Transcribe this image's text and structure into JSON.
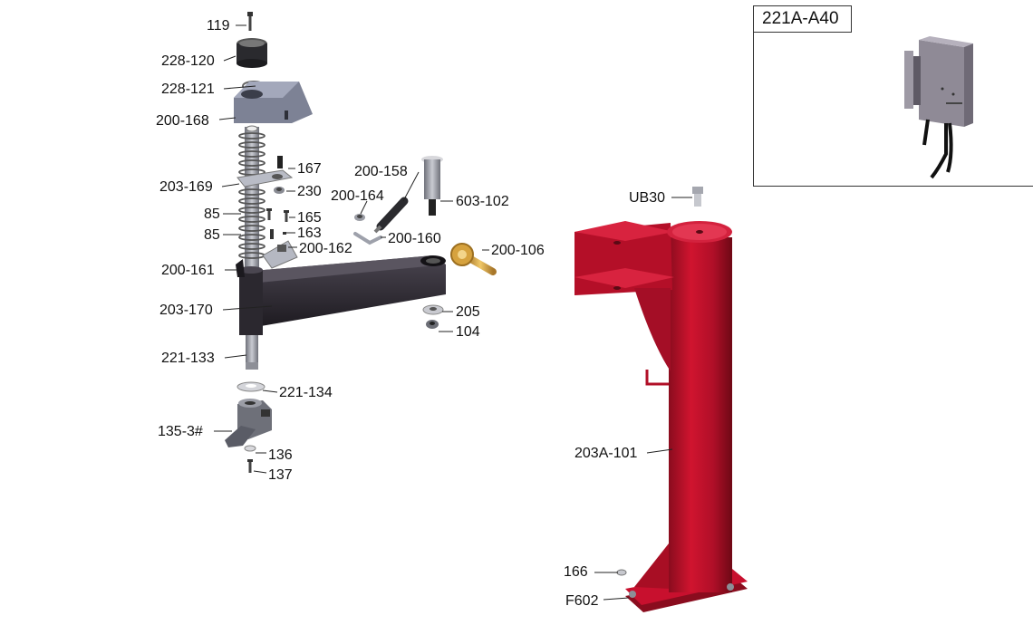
{
  "inset": {
    "title": "221A-A40"
  },
  "labels": {
    "p119": "119",
    "p228_120": "228-120",
    "p228_121": "228-121",
    "p200_168": "200-168",
    "p167": "167",
    "p200_158": "200-158",
    "p203_169": "203-169",
    "p230": "230",
    "p200_164": "200-164",
    "p603_102": "603-102",
    "p85a": "85",
    "p165": "165",
    "p163": "163",
    "p85b": "85",
    "p200_160": "200-160",
    "p200_162": "200-162",
    "p200_106": "200-106",
    "p200_161": "200-161",
    "p203_170": "203-170",
    "p205": "205",
    "p104": "104",
    "p221_133": "221-133",
    "p221_134": "221-134",
    "p135_3": "135-3#",
    "p136": "136",
    "p137": "137",
    "pUB30": "UB30",
    "p203A_101": "203A-101",
    "p166": "166",
    "pF602": "F602"
  },
  "colors": {
    "column_red": "#c8102e",
    "column_dark": "#8a0c1e",
    "arm_dark": "#2e2a30",
    "metal_grey": "#9a9ca8",
    "brass": "#d8a640"
  }
}
